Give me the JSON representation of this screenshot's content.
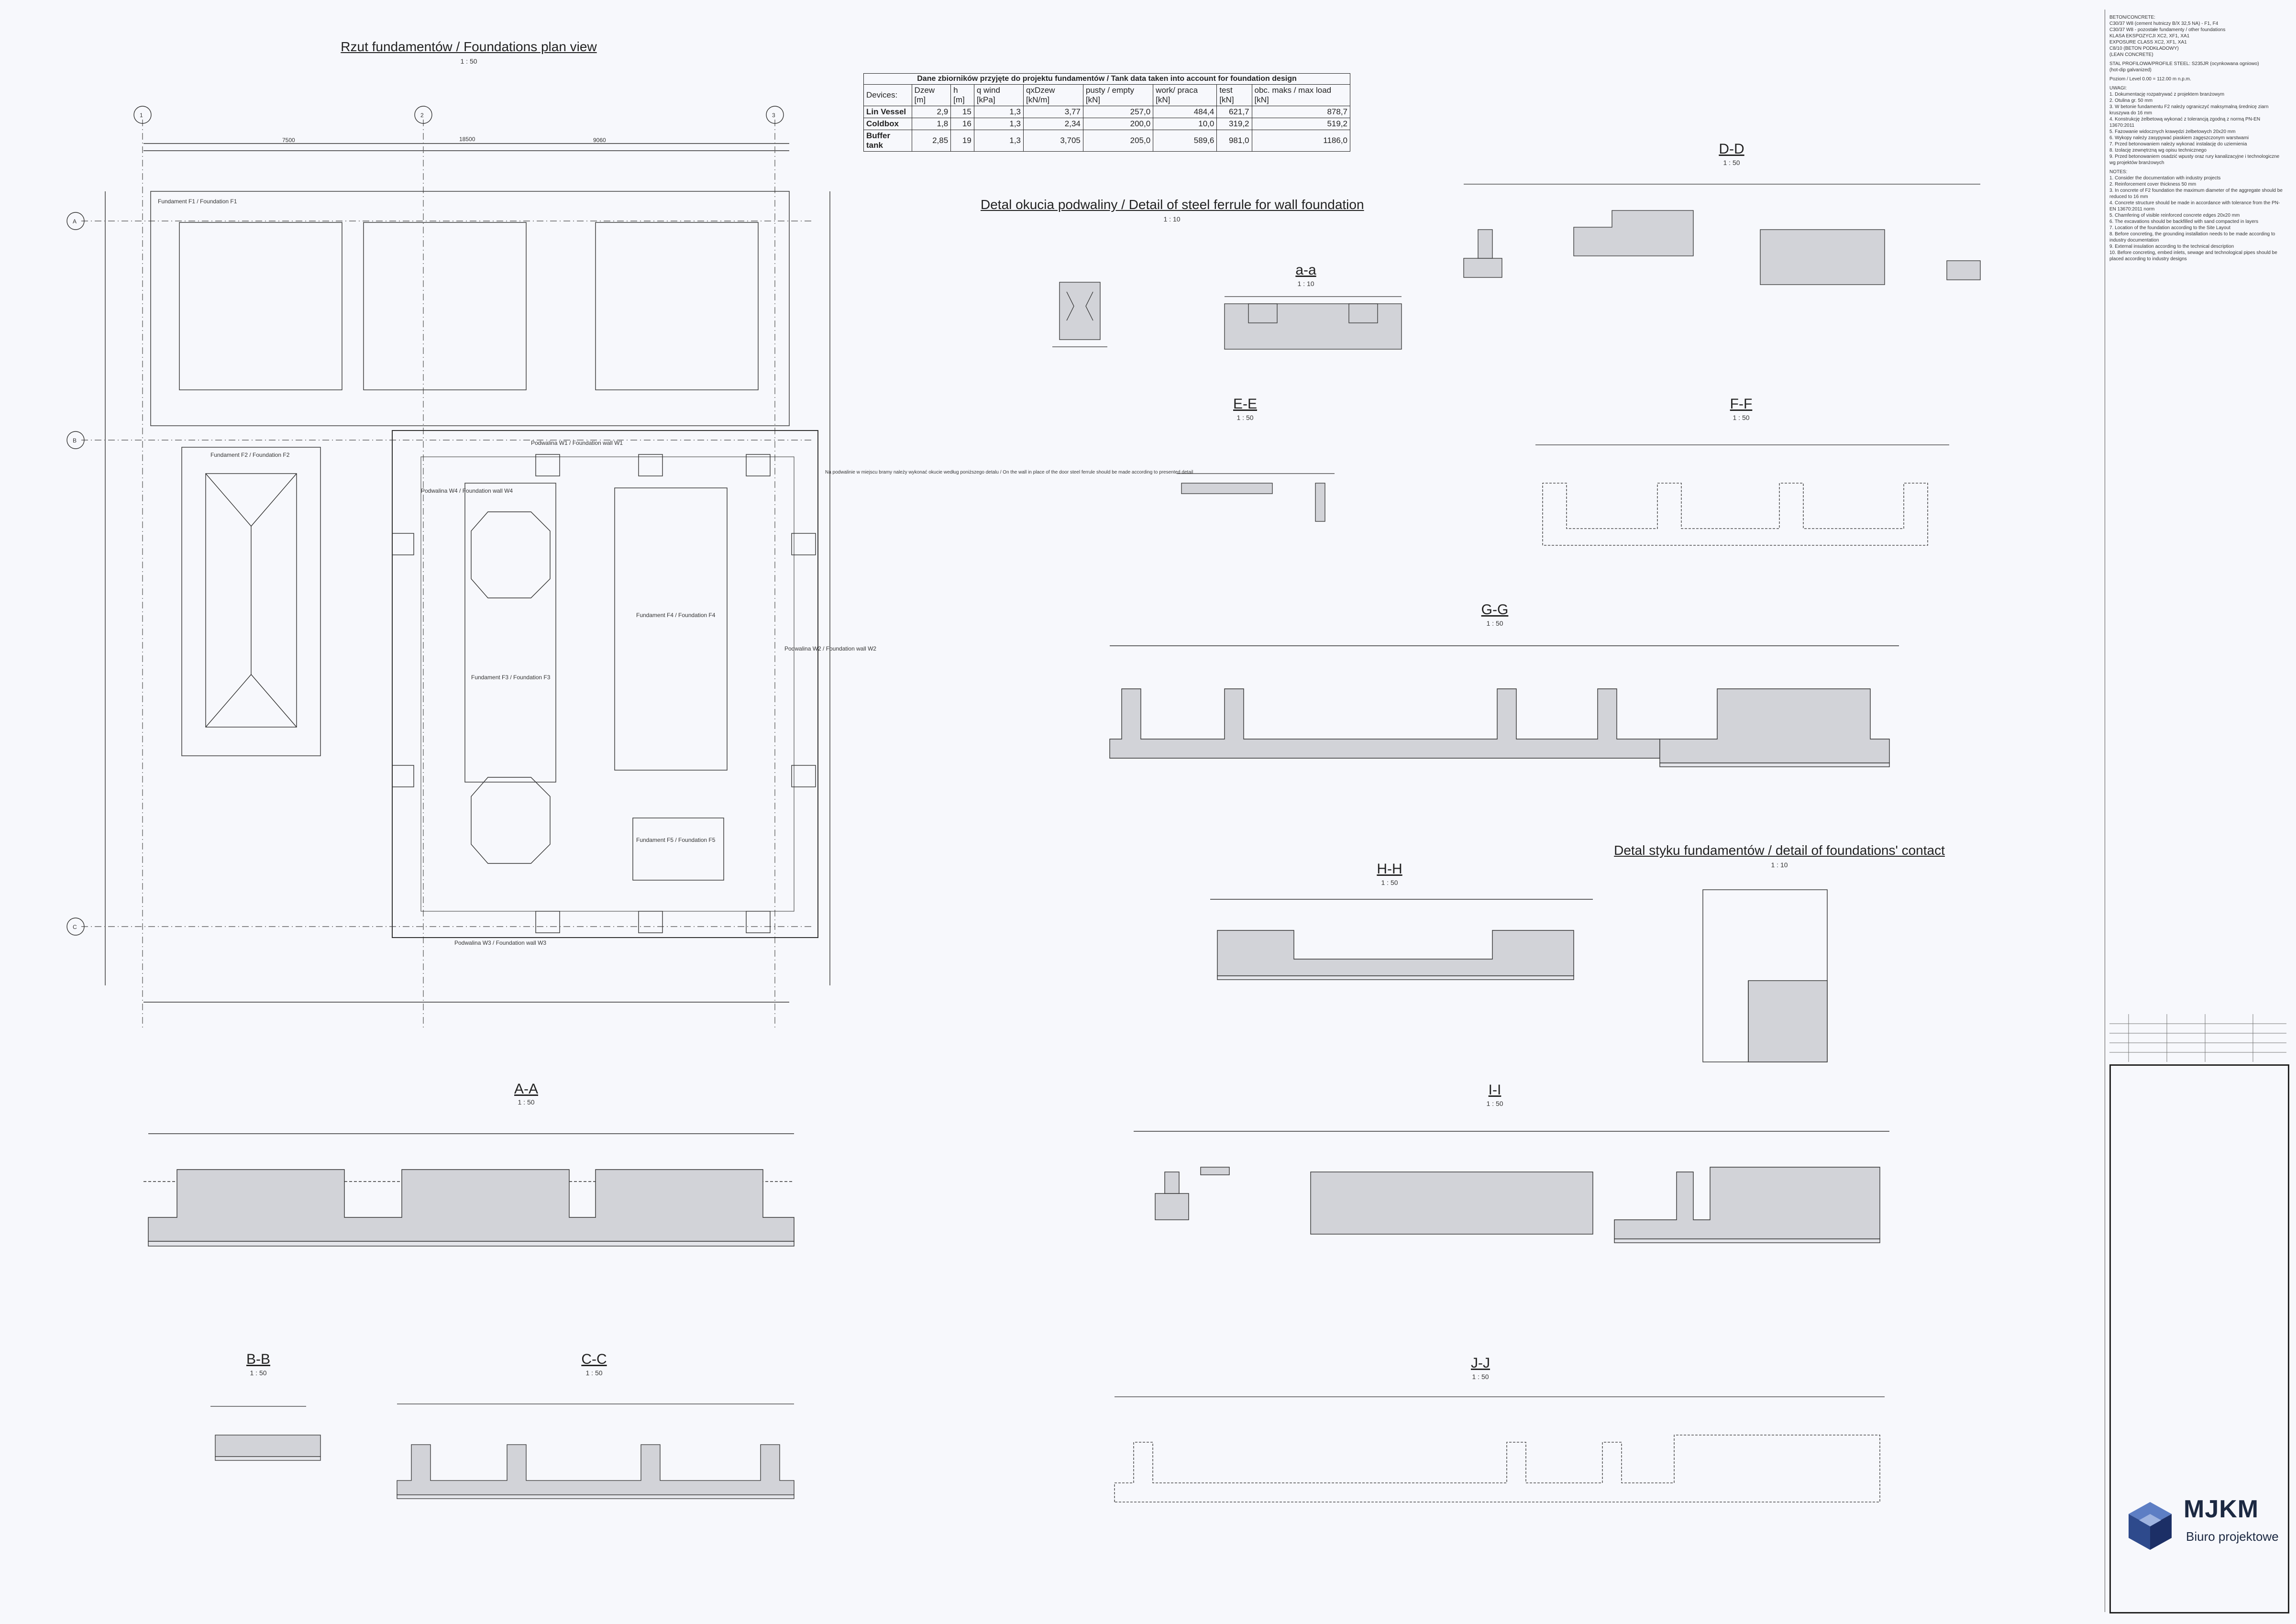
{
  "plan": {
    "title": "Rzut fundamentów / Foundations plan view",
    "scale": "1 : 50"
  },
  "ferrule": {
    "title": "Detal okucia podwaliny / Detail of steel ferrule for wall foundation",
    "scale": "1 : 10"
  },
  "contact": {
    "title": "Detal styku fundamentów / detail of foundations' contact",
    "scale": "1 : 10"
  },
  "sections": {
    "aa_small": {
      "title": "a-a",
      "scale": "1 : 10"
    },
    "AA": {
      "title": "A-A",
      "scale": "1 : 50"
    },
    "BB": {
      "title": "B-B",
      "scale": "1 : 50"
    },
    "CC": {
      "title": "C-C",
      "scale": "1 : 50"
    },
    "DD": {
      "title": "D-D",
      "scale": "1 : 50"
    },
    "EE": {
      "title": "E-E",
      "scale": "1 : 50"
    },
    "FF": {
      "title": "F-F",
      "scale": "1 : 50"
    },
    "GG": {
      "title": "G-G",
      "scale": "1 : 50"
    },
    "HH": {
      "title": "H-H",
      "scale": "1 : 50"
    },
    "II": {
      "title": "I-I",
      "scale": "1 : 50"
    },
    "JJ": {
      "title": "J-J",
      "scale": "1 : 50"
    }
  },
  "tank_table": {
    "caption": "Dane zbiorników przyjęte do projektu fundamentów / Tank data taken into account for foundation design",
    "headers": [
      "Devices:",
      "Dzew [m]",
      "h [m]",
      "q wind [kPa]",
      "qxDzew [kN/m]",
      "pusty / empty [kN]",
      "work/ praca [kN]",
      "test [kN]",
      "obc. maks / max load [kN]"
    ],
    "rows": [
      [
        "Lin Vessel",
        "2,9",
        "15",
        "1,3",
        "3,77",
        "257,0",
        "484,4",
        "621,7",
        "878,7"
      ],
      [
        "Coldbox",
        "1,8",
        "16",
        "1,3",
        "2,34",
        "200,0",
        "10,0",
        "319,2",
        "519,2"
      ],
      [
        "Buffer tank",
        "2,85",
        "19",
        "1,3",
        "3,705",
        "205,0",
        "589,6",
        "981,0",
        "1186,0"
      ]
    ]
  },
  "grid": {
    "cols": [
      "1",
      "2",
      "3"
    ],
    "rows": [
      "A",
      "B",
      "C"
    ]
  },
  "plan_labels": {
    "f1": "Fundament F1 / Foundation F1",
    "f2": "Fundament F2 / Foundation F2",
    "f3": "Fundament F3 / Foundation F3",
    "f4": "Fundament F4 / Foundation F4",
    "f5": "Fundament F5 / Foundation F5",
    "w1": "Podwalina W1 / Foundation wall W1",
    "w2": "Podwalina W2 / Foundation wall W2",
    "w3": "Podwalina W3 / Foundation wall W3",
    "w4": "Podwalina W4 / Foundation wall W4",
    "dim_total": "18500",
    "dim_left": "7500",
    "dim_right": "9060",
    "note": "Na podwalinie w miejscu bramy należy wykonać okucie według poniższego detalu / On the wall in place of the door steel ferrule should be made according to presented detail"
  },
  "notes": {
    "concrete": "BETON/CONCRETE:\n C30/37 W8 (cement hutniczy B/X 32,5 NA) - F1, F4\n C30/37 W8 - pozostałe fundamenty / other foundations\n KLASA EKSPOZYCJI XC2, XF1, XA1\n EXPOSURE CLASS XC2, XF1, XA1\n C8/10 (BETON PODKŁADOWY)\n (LEAN CONCRETE)",
    "steel": "STAL PROFILOWA/PROFILE STEEL: S235JR (ocynkowana ogniowo)\n (hot-dip galvanized)",
    "level": "Poziom / Level 0.00 = 112.00 m n.p.m.",
    "uwagi": "UWAGI:\n1. Dokumentację rozpatrywać z projektem branżowym\n2. Otulina gr. 50 mm\n3. W betonie fundamentu F2 należy ograniczyć maksymalną średnicę ziarn kruszywa do 16 mm\n4. Konstrukcję żelbetową wykonać z tolerancją zgodną z normą PN-EN 13670:2011\n5. Fazowanie widocznych krawędzi żelbetowych 20x20 mm\n6. Wykopy należy zasypywać piaskiem zagęszczonym warstwami\n7. Przed betonowaniem należy wykonać instalację do uziemienia\n8. Izolację zewnętrzną wg opisu technicznego\n9. Przed betonowaniem osadzić wpusty oraz rury kanalizacyjne i technologiczne wg projektów branżowych",
    "notes_en": "NOTES:\n1. Consider the documentation with industry projects\n2. Reinforcement cover thickness 50 mm\n3. In concrete of F2 foundation the maximum diameter of the aggregate should be reduced to 16 mm\n4. Concrete structure should be made in accordance with tolerance from the PN-EN 13670:2011 norm\n5. Chamfering of visible reinforced concrete edges 20x20 mm\n6. The excavations should be backfilled with sand compacted in layers\n7. Location of the foundation according to the Site Layout\n8. Before concreting, the grounding installation needs to be made according to industry documentation\n9. External insulation according to the technical description\n10. Before concreting, embed inlets, sewage and technological pipes should be placed according to industry designs"
  },
  "brand": {
    "name": "MJKM",
    "subtitle": "Biuro projektowe"
  }
}
